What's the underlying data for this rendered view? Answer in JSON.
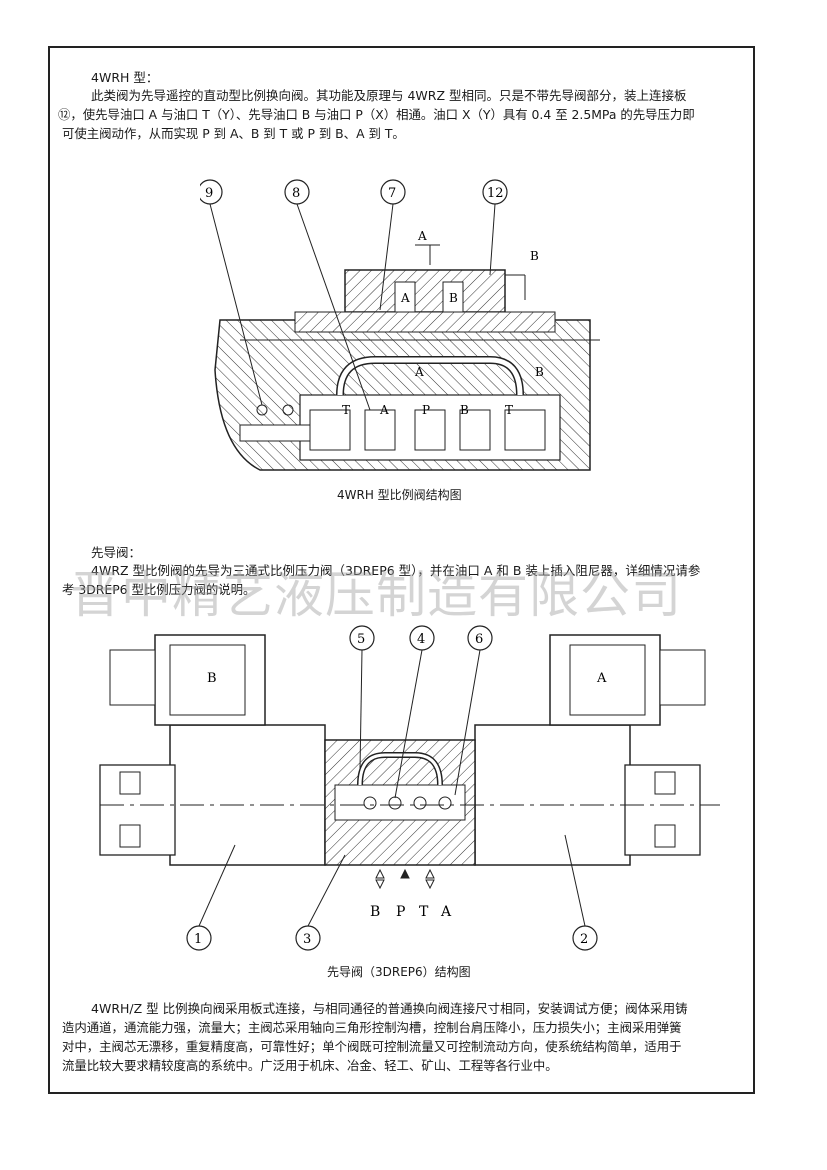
{
  "section1": {
    "heading": "4WRH 型：",
    "paragraph_lines": [
      "此类阀为先导遥控的直动型比例换向阀。其功能及原理与 4WRZ 型相同。只是不带先导阀部分，装上连接板",
      "⑫，使先导油口 A 与油口 T（Y）、先导油口 B 与油口 P（X）相通。油口 X（Y）具有 0.4 至 2.5MPa 的先导压力即",
      "可使主阀动作，从而实现 P 到 A、B 到 T 或 P 到 B、A 到 T。"
    ]
  },
  "figure1": {
    "caption": "4WRH 型比例阀结构图",
    "callouts": [
      "9",
      "8",
      "7",
      "12"
    ],
    "labels": {
      "a": "A",
      "b": "B",
      "t": "T",
      "p": "P"
    }
  },
  "section2": {
    "heading": "先导阀：",
    "paragraph_lines": [
      "4WRZ 型比例阀的先导为三通式比例压力阀（3DREP6 型），并在油口 A 和 B 装上插入阻尼器，详细情况请参",
      "考 3DREP6 型比例压力阀的说明。"
    ]
  },
  "watermark": "晋中精艺液压制造有限公司",
  "figure2": {
    "caption": "先导阀（3DREP6）结构图",
    "callouts": [
      "5",
      "4",
      "6",
      "1",
      "3",
      "2"
    ],
    "solenoid_labels": [
      "B",
      "A"
    ],
    "port_labels": [
      "B",
      "P",
      "T",
      "A"
    ]
  },
  "section3": {
    "paragraph_lines": [
      "4WRH/Z 型 比例换向阀采用板式连接，与相同通径的普通换向阀连接尺寸相同，安装调试方便；阀体采用铸",
      "造内通道，通流能力强，流量大；主阀芯采用轴向三角形控制沟槽，控制台肩压降小，压力损失小；主阀采用弹簧",
      "对中，主阀芯无漂移，重复精度高，可靠性好；单个阀既可控制流量又可控制流动方向，使系统结构简单，适用于",
      "流量比较大要求精较度高的系统中。广泛用于机床、冶金、轻工、矿山、工程等各行业中。"
    ]
  }
}
